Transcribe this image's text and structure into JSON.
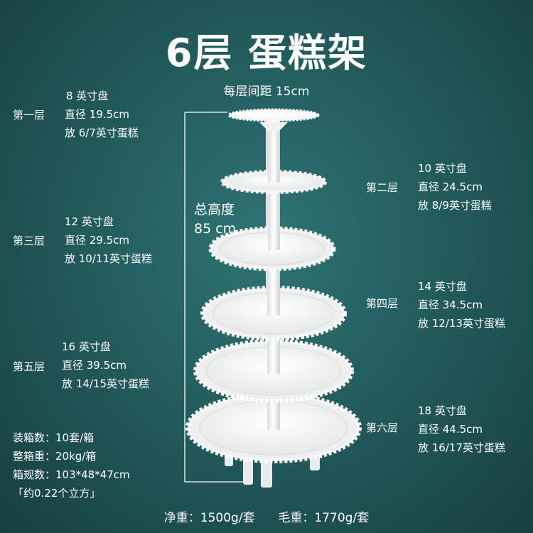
{
  "title": "6层 蛋糕架",
  "spacing_note": "每层间距 15cm",
  "total_height": {
    "label": "总高度",
    "value": "85 cm"
  },
  "tiers": [
    {
      "name": "第一层",
      "size": "8 英寸盘",
      "diameter": "直径 19.5cm",
      "fits": "放 6/7英寸蛋糕"
    },
    {
      "name": "第二层",
      "size": "10 英寸盘",
      "diameter": "直径 24.5cm",
      "fits": "放 8/9英寸蛋糕"
    },
    {
      "name": "第三层",
      "size": "12 英寸盘",
      "diameter": "直径 29.5cm",
      "fits": "放 10/11英寸蛋糕"
    },
    {
      "name": "第四层",
      "size": "14 英寸盘",
      "diameter": "直径 34.5cm",
      "fits": "放 12/13英寸蛋糕"
    },
    {
      "name": "第五层",
      "size": "16 英寸盘",
      "diameter": "直径 39.5cm",
      "fits": "放 14/15英寸蛋糕"
    },
    {
      "name": "第六层",
      "size": "18 英寸盘",
      "diameter": "直径 44.5cm",
      "fits": "放 16/17英寸蛋糕"
    }
  ],
  "packing": {
    "per_box": "装箱数：10套/箱",
    "box_weight": "整箱重：20kg/箱",
    "box_size": "箱规数：103*48*47cm",
    "volume": "「约0.22个立方」"
  },
  "weights": {
    "net": "净重：1500g/套",
    "gross": "毛重：1770g/套"
  },
  "colors": {
    "background": "#245f60",
    "plate": "#f4f5f5",
    "text": "#ffffff"
  }
}
